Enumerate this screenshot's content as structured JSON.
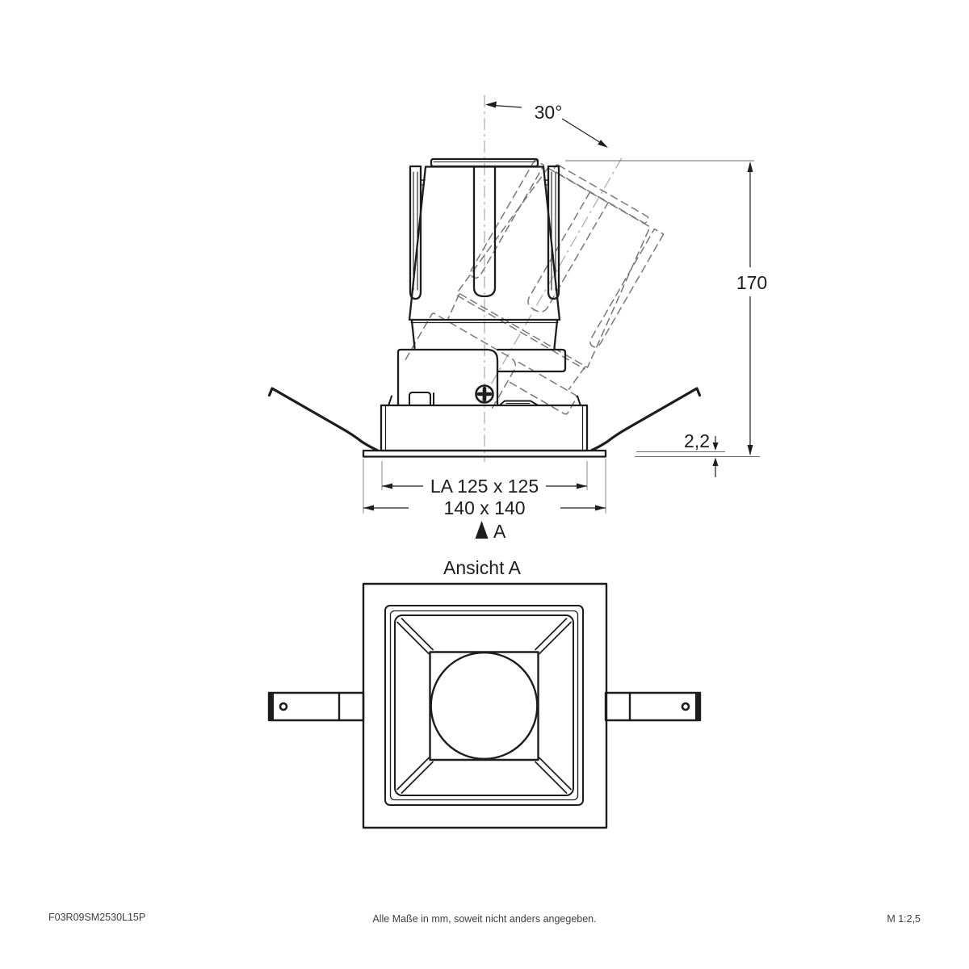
{
  "document": {
    "type": "technical-drawing",
    "product": "recessed square luminaire"
  },
  "colors": {
    "background": "#ffffff",
    "line": "#1d1d1d",
    "centerline": "#b3b3b3",
    "ghost_outline": "#777777",
    "extension_line": "#8a8a8a",
    "footer_text": "#3e3e3e"
  },
  "front_view": {
    "angle_label": "30°",
    "height_label": "170",
    "flange_thickness_label": "2,2",
    "cutout_label": "LA 125 x 125",
    "overall_label": "140 x 140",
    "view_arrow_label": "A"
  },
  "bottom_view": {
    "title": "Ansicht A"
  },
  "footer": {
    "article_number": "F03R09SM2530L15P",
    "note": "Alle Maße in mm, soweit nicht anders angegeben.",
    "scale": "M 1:2,5"
  }
}
